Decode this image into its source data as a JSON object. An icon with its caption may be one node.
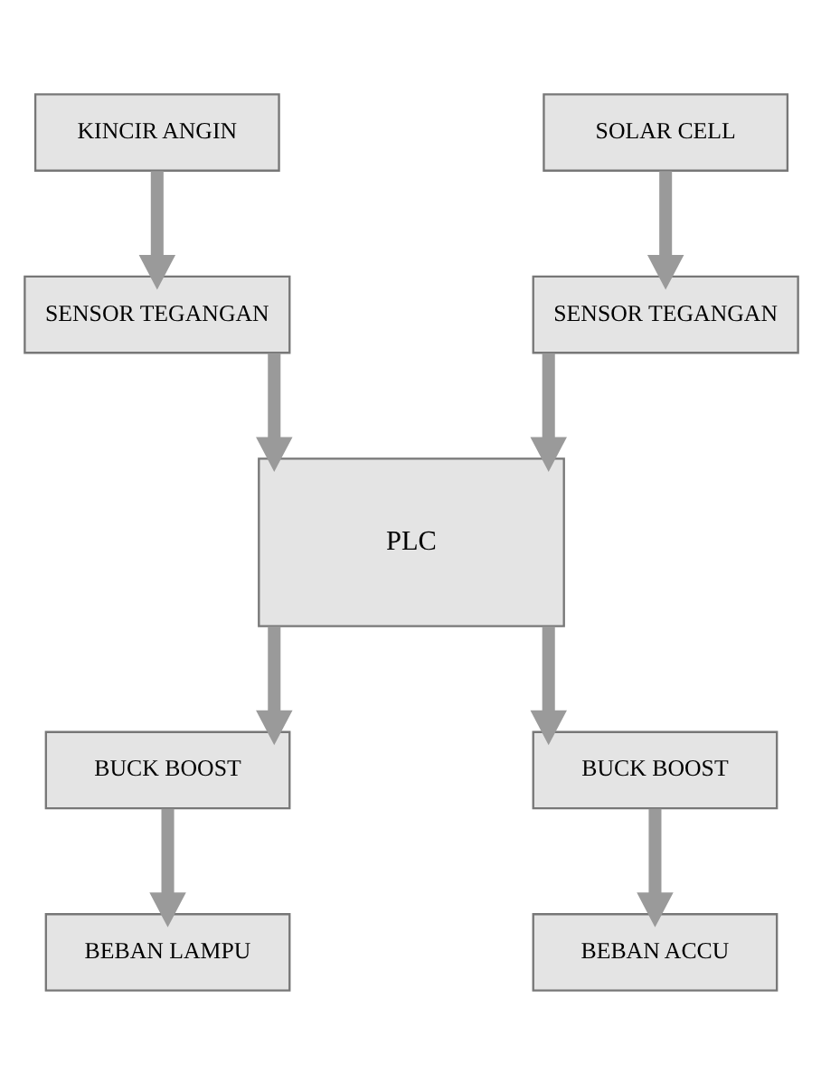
{
  "diagram": {
    "nodes": [
      {
        "text": [
          "KINCIR ANGIN"
        ]
      },
      {
        "text": [
          "SOLAR CELL"
        ]
      },
      {
        "text": [
          "SENSOR TEGANGAN"
        ]
      },
      {
        "text": [
          "SENSOR TEGANGAN"
        ]
      },
      {
        "text": [
          "PLC"
        ]
      },
      {
        "text": [
          "BUCK BOOST"
        ]
      },
      {
        "text": [
          "BUCK BOOST"
        ]
      },
      {
        "text": [
          "BEBAN LAMPU"
        ]
      },
      {
        "text": [
          "BEBAN ACCU"
        ]
      }
    ],
    "edges": [
      {
        "from": 0,
        "to": 2,
        "arrow": "to"
      },
      {
        "from": 1,
        "to": 3,
        "arrow": "to"
      },
      {
        "from": 2,
        "to": 4,
        "arrow": "to"
      },
      {
        "from": 3,
        "to": 4,
        "arrow": "to"
      },
      {
        "from": 4,
        "to": 5,
        "arrow": "to"
      },
      {
        "from": 4,
        "to": 6,
        "arrow": "to"
      },
      {
        "from": 5,
        "to": 7,
        "arrow": "to"
      },
      {
        "from": 6,
        "to": 8,
        "arrow": "to"
      }
    ]
  }
}
